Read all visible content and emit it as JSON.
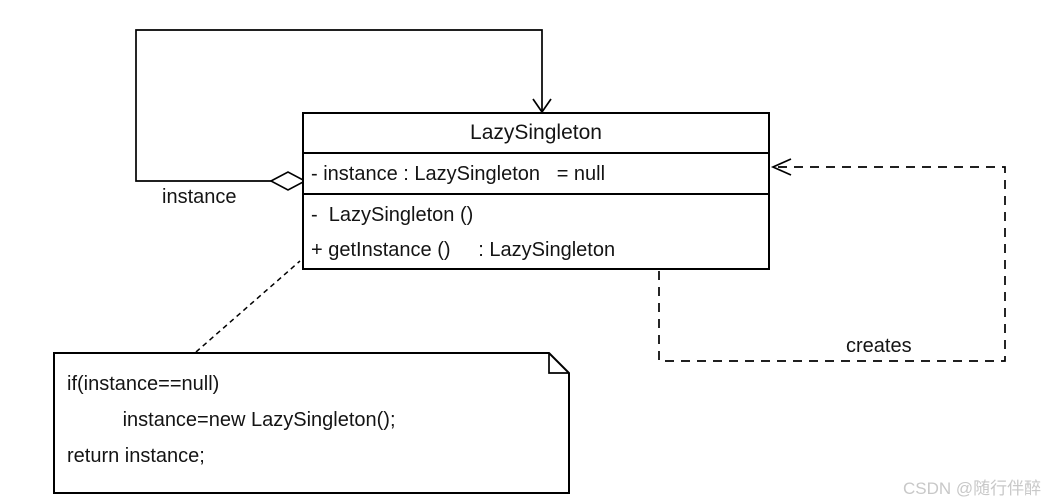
{
  "diagram": {
    "class": {
      "name": "LazySingleton",
      "attributes": [
        "- instance : LazySingleton   = null"
      ],
      "methods": [
        "-  LazySingleton ()",
        "+ getInstance ()     : LazySingleton"
      ]
    },
    "labels": {
      "self_association": "instance",
      "dependency": "creates"
    },
    "note": {
      "lines": [
        "if(instance==null)",
        "          instance=new LazySingleton();",
        "return instance;"
      ]
    },
    "colors": {
      "line": "#000000",
      "background": "#ffffff",
      "text": "#141414",
      "watermark": "#c8c8c8"
    }
  },
  "watermark": {
    "text": "CSDN @随行伴醉"
  }
}
